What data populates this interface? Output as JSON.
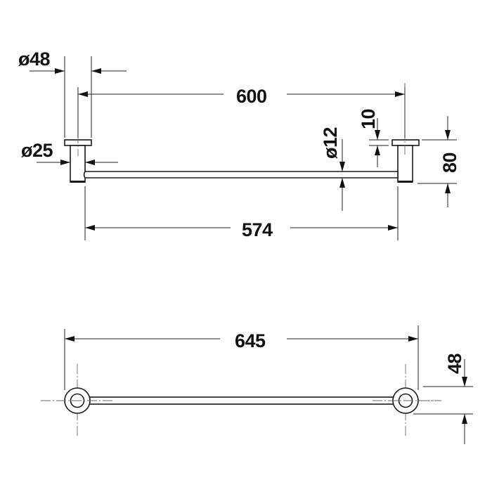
{
  "drawing": {
    "type": "technical-dimension-drawing",
    "subject": "towel rail",
    "units": "mm",
    "colors": {
      "line": "#222222",
      "background": "#ffffff",
      "centerline": "#666666"
    },
    "front_view": {
      "dimensions": {
        "rosette_diameter": "ø48",
        "post_diameter": "ø25",
        "overall_center_length": "600",
        "rod_diameter": "ø12",
        "rosette_thickness": "10",
        "height": "80",
        "inner_length": "574"
      }
    },
    "top_view": {
      "dimensions": {
        "overall_length": "645",
        "depth": "48"
      }
    }
  }
}
